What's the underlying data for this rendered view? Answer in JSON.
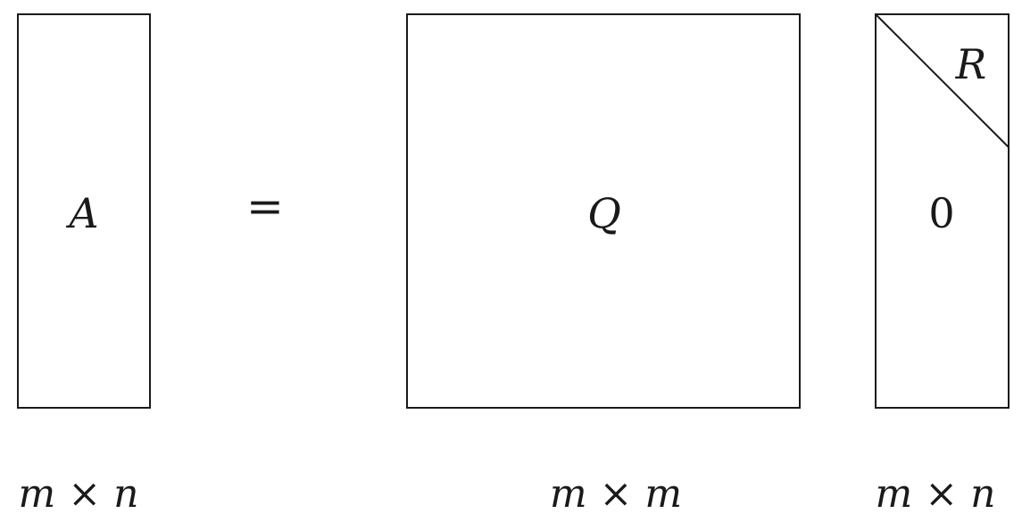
{
  "matrices": {
    "a": {
      "label": "A",
      "dims": "m × n"
    },
    "q": {
      "label": "Q",
      "dims": "m × m"
    },
    "r": {
      "label": "R",
      "zero": "0",
      "dims": "m × n"
    }
  },
  "equals": "="
}
